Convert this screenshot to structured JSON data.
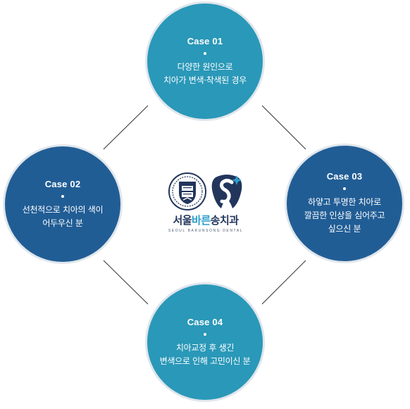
{
  "cases": [
    {
      "title": "Case 01",
      "desc": "다양한 원인으로\n치아가 변색·착색된 경우",
      "color": "#2a98b8"
    },
    {
      "title": "Case 02",
      "desc": "선천적으로 치아의 색이\n어두우신 분",
      "color": "#215d95"
    },
    {
      "title": "Case 03",
      "desc": "하얗고 투명한 치아로\n깔끔한 인상을 심어주고\n싶으신 분",
      "color": "#215d95"
    },
    {
      "title": "Case 04",
      "desc": "치아교정 후 생긴\n변색으로 인해 고민이신 분",
      "color": "#2a98b8"
    }
  ],
  "logo": {
    "name_part1": "서울",
    "name_highlight": "바른",
    "name_part2": "송치과",
    "subtitle": "SEOUL BARUNSONG DENTAL",
    "emblem_icon": "university-emblem-icon",
    "tooth_icon": "tooth-logo-icon",
    "navy": "#22365c",
    "accent": "#2b9ecb"
  }
}
